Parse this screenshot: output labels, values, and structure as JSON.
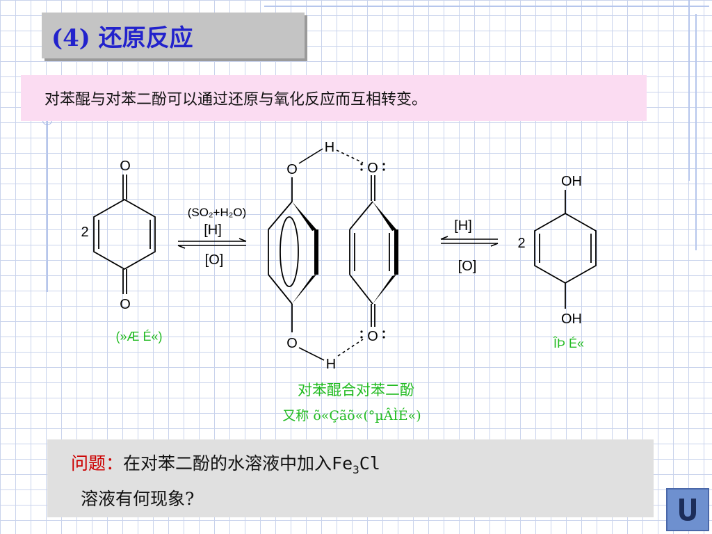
{
  "slide": {
    "title": "(4) 还原反应",
    "intro": "对苯醌与对苯二酚可以通过还原与氧化反应而互相转变。"
  },
  "scheme": {
    "coeff_left": "2",
    "coeff_right": "2",
    "cond_reagent": "(SO₂+H₂O)",
    "cond_h_left": "[H]",
    "cond_o_left": "[O]",
    "cond_h_right": "[H]",
    "cond_o_right": "[O]",
    "atom_o": "O",
    "atom_h": "H",
    "atom_oh": "OH",
    "quinone_label": "(»Æ É«)",
    "hydroquinone_label": "ÎÞ É«",
    "complex_caption_1": "对苯醌合对苯二酚",
    "complex_caption_2": "又称 õ«Çãõ«(°µÂÌÉ«)",
    "colors": {
      "caption": "#22bb22",
      "bond": "#000000"
    }
  },
  "question": {
    "label": "问题：",
    "text_a": "在对苯二酚的水溶液中加入",
    "formula_main": "Fe",
    "formula_sub": "3",
    "formula_tail": "Cl",
    "text_b": "溶液有何现象?"
  },
  "nav": {
    "return_icon": "return-u-icon"
  }
}
